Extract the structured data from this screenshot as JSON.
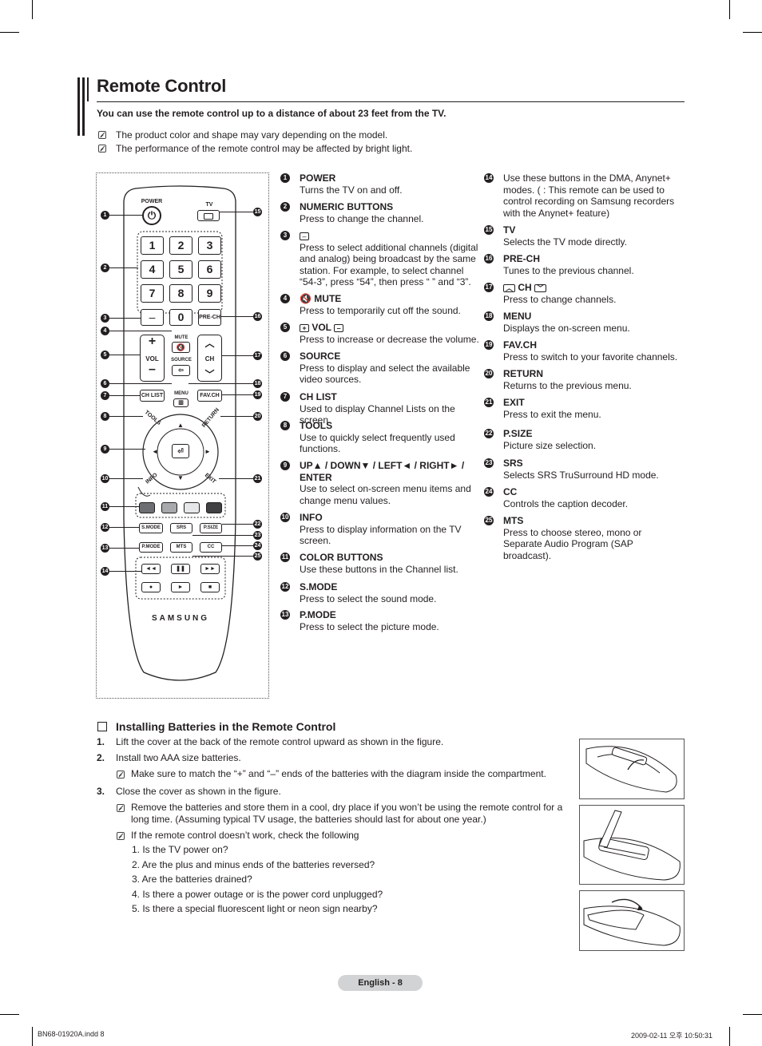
{
  "heading": {
    "title": "Remote Control",
    "intro": "You can use the remote control up to a distance of about 23 feet from the TV.",
    "notes": [
      "The product color and shape may vary depending on the model.",
      "The performance of the remote control may be affected by bright light."
    ]
  },
  "remote": {
    "brand": "SAMSUNG",
    "labels": {
      "power": "POWER",
      "tv": "TV",
      "mute": "MUTE",
      "vol": "VOL",
      "source": "SOURCE",
      "ch": "CH",
      "prech": "PRE-CH",
      "chlist": "CH LIST",
      "menu": "MENU",
      "favch": "FAV.CH",
      "tools": "TOOLS",
      "return": "RETURN",
      "info": "INFO",
      "exit": "EXIT",
      "smode": "S.MODE",
      "srs": "SRS",
      "psize": "P.SIZE",
      "pmode": "P.MODE",
      "mts": "MTS",
      "cc": "CC"
    },
    "digits": [
      "1",
      "2",
      "3",
      "4",
      "5",
      "6",
      "7",
      "8",
      "9",
      "0"
    ],
    "dash": "–",
    "plus": "+",
    "minus": "–"
  },
  "items_left": [
    {
      "n": "1",
      "name": "POWER",
      "desc": "Turns the TV on and off."
    },
    {
      "n": "2",
      "name": "NUMERIC BUTTONS",
      "desc": "Press to change the channel."
    },
    {
      "n": "3",
      "name": "",
      "desc": "Press to select additional channels (digital and analog) being broadcast by the same station. For example, to select channel “54-3”, press “54”, then press “  ” and “3”."
    },
    {
      "n": "4",
      "name": "MUTE",
      "desc": "Press to temporarily cut off the sound."
    },
    {
      "n": "5",
      "name": "VOL",
      "desc": "Press to increase or decrease the volume."
    },
    {
      "n": "6",
      "name": "SOURCE",
      "desc": "Press to display and select the available video sources."
    },
    {
      "n": "7",
      "name": "CH LIST",
      "desc": "Used to display Channel Lists on the screen."
    },
    {
      "n": "8",
      "name": "TOOLS",
      "desc": "Use to quickly select frequently used functions."
    },
    {
      "n": "9",
      "name": "UP▲ / DOWN▼ / LEFT◄ / RIGHT► / ENTER",
      "desc": "Use to select on-screen menu items and change menu values."
    },
    {
      "n": "10",
      "name": "INFO",
      "desc": "Press to display information on the TV screen."
    },
    {
      "n": "11",
      "name": "COLOR BUTTONS",
      "desc": "Use these buttons in the Channel list."
    },
    {
      "n": "12",
      "name": "S.MODE",
      "desc": "Press to select the sound mode."
    },
    {
      "n": "13",
      "name": "P.MODE",
      "desc": "Press to select the picture mode."
    }
  ],
  "items_right": [
    {
      "n": "14",
      "name": "",
      "desc": "Use these buttons in the DMA, Anynet+ modes. (  : This remote can be used to control recording on Samsung recorders with the Anynet+ feature)"
    },
    {
      "n": "15",
      "name": "TV",
      "desc": "Selects the TV mode directly."
    },
    {
      "n": "16",
      "name": "PRE-CH",
      "desc": "Tunes to the previous channel."
    },
    {
      "n": "17",
      "name": "CH",
      "desc": "Press to change channels."
    },
    {
      "n": "18",
      "name": "MENU",
      "desc": "Displays the on-screen menu."
    },
    {
      "n": "19",
      "name": "FAV.CH",
      "desc": "Press to switch to your favorite channels."
    },
    {
      "n": "20",
      "name": "RETURN",
      "desc": "Returns to the previous menu."
    },
    {
      "n": "21",
      "name": "EXIT",
      "desc": "Press to exit the menu."
    },
    {
      "n": "22",
      "name": "P.SIZE",
      "desc": "Picture size selection."
    },
    {
      "n": "23",
      "name": "SRS",
      "desc": "Selects SRS TruSurround HD mode."
    },
    {
      "n": "24",
      "name": "CC",
      "desc": "Controls the caption decoder."
    },
    {
      "n": "25",
      "name": "MTS",
      "desc": "Press to choose stereo, mono or Separate Audio Program (SAP broadcast)."
    }
  ],
  "batteries": {
    "title": "Installing Batteries in the Remote Control",
    "steps": [
      {
        "n": "1.",
        "text": "Lift the cover at the back of the remote control upward as shown in the figure."
      },
      {
        "n": "2.",
        "text": "Install two AAA size batteries."
      },
      {
        "n": "3.",
        "text": "Close the cover as shown in the figure."
      }
    ],
    "note_step2": "Make sure to match the “+” and “–” ends of the batteries with the diagram inside the compartment.",
    "note_step3a": "Remove the batteries and store them in a cool, dry place if you won’t be using the remote control for a long time. (Assuming typical TV usage, the batteries should last for about one year.)",
    "note_step3b": "If the remote control doesn’t work, check the following",
    "checks": [
      "1.   Is the TV power on?",
      "2.   Are the plus and minus ends of the batteries reversed?",
      "3.   Are the batteries drained?",
      "4.   Is there a power outage or is the power cord unplugged?",
      "5.   Is there a special fluorescent light or neon sign nearby?"
    ]
  },
  "footer": {
    "page": "English - 8",
    "file": "BN68-01920A.indd   8",
    "stamp": "2009-02-11   오후 10:50:31"
  }
}
